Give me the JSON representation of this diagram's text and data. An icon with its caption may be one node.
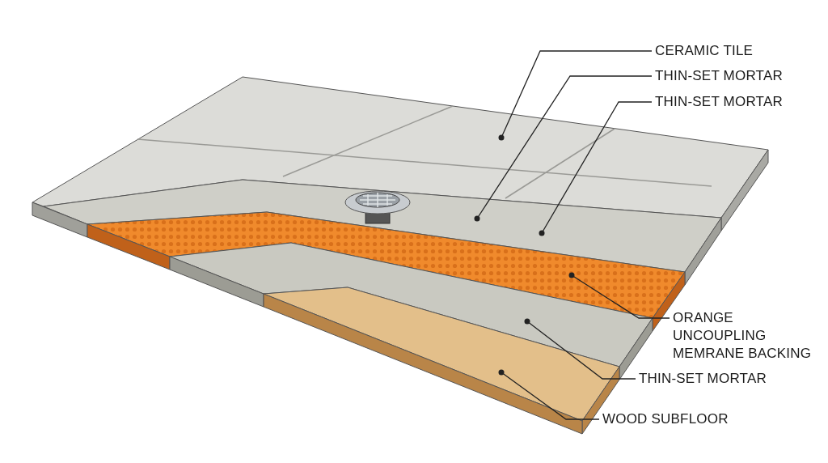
{
  "diagram": {
    "nodes": [
      {
        "text": [
          "CERAMIC TILE"
        ]
      },
      {
        "text": [
          "THIN-SET MORTAR"
        ]
      },
      {
        "text": [
          "THIN-SET MORTAR"
        ]
      },
      {
        "text": [
          "ORANGE UNCOUPLING MEMRANE BACKING"
        ]
      },
      {
        "text": [
          "THIN-SET MORTAR"
        ]
      },
      {
        "text": [
          "WOOD SUBFLOOR"
        ]
      },
      {
        "text": [],
        "shape": "picture"
      },
      {
        "text": [],
        "shape": "picture"
      },
      {
        "text": [],
        "shape": "picture"
      },
      {
        "text": [],
        "shape": "picture"
      },
      {
        "text": [],
        "shape": "picture"
      }
    ],
    "edges": [
      {
        "from": 0,
        "to": 6,
        "arrow": "other"
      },
      {
        "from": 1,
        "to": 7,
        "arrow": "other"
      },
      {
        "from": 2,
        "to": 7,
        "arrow": "other"
      },
      {
        "from": 3,
        "to": 8,
        "arrow": "other"
      },
      {
        "from": 4,
        "to": 9,
        "arrow": "other"
      },
      {
        "from": 5,
        "to": 10,
        "arrow": "other"
      }
    ]
  }
}
